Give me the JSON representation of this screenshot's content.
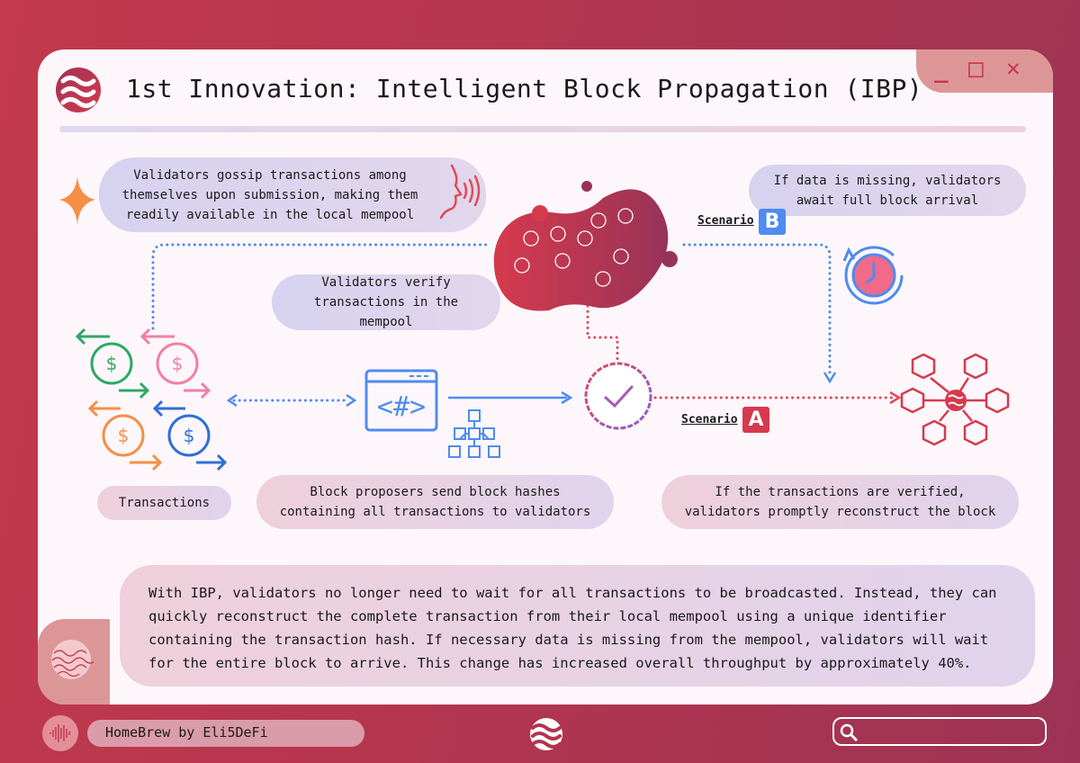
{
  "window": {
    "title": "1st Innovation: Intelligent Block Propagation (IBP)",
    "controls": {
      "minimize": "_",
      "maximize": "□",
      "close": "✕"
    }
  },
  "diagram": {
    "gossip_note": "Validators gossip transactions among themselves upon submission, making them readily available in the local mempool",
    "verify_note": "Validators verify transactions in the mempool",
    "missing_note": "If data is missing, validators await full block arrival",
    "scenario_b": {
      "label": "Scenario",
      "badge": "B",
      "color": "#4f8bf0"
    },
    "scenario_a": {
      "label": "Scenario",
      "badge": "A",
      "color": "#d63a4d"
    },
    "transactions_label": "Transactions",
    "proposers_note": "Block proposers send block hashes containing all transactions to validators",
    "verified_note": "If the transactions are verified, validators promptly reconstruct the block"
  },
  "summary": "With IBP, validators no longer need to wait for all transactions to be broadcasted. Instead, they can quickly reconstruct the complete transaction from their local mempool using a unique identifier containing the transaction hash. If necessary data is missing from the mempool, validators will wait for the entire block to arrive. This change has increased overall throughput by approximately 40%.",
  "footer": {
    "credit": "HomeBrew by Eli5DeFi",
    "search_placeholder": ""
  }
}
